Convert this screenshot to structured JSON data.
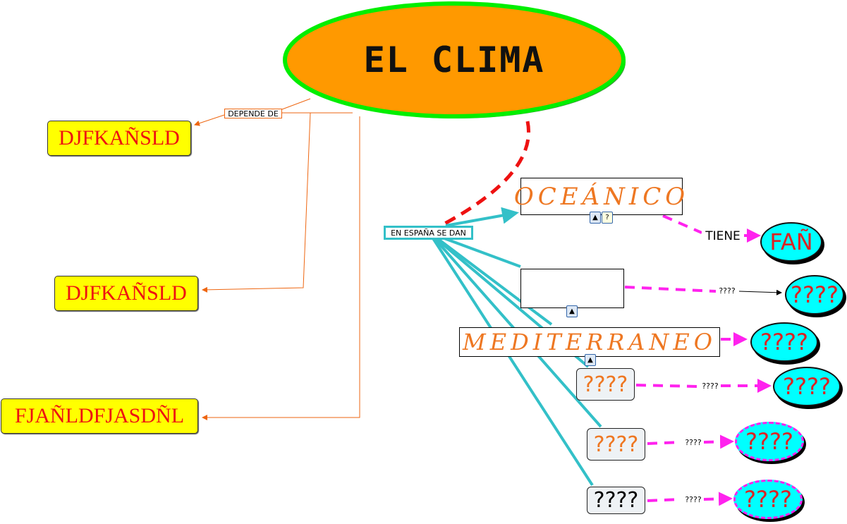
{
  "main_concept": "EL CLIMA",
  "link_depende": "DEPENDE DE",
  "left_concepts": [
    "DJFKAÑSLD",
    "DJFKAÑSLD",
    "FJAÑLDFJASDÑL"
  ],
  "link_espana": "EN ESPAÑA SE DAN",
  "climates": {
    "oceanico": "OCEÁNICO",
    "blank": "",
    "mediterraneo": "MEDITERRANEO"
  },
  "question_boxes": [
    "????",
    "????",
    "????"
  ],
  "link_labels": {
    "tiene": "TIENE",
    "q1": "????",
    "q2": "????",
    "q3": "????",
    "q4": "????"
  },
  "targets": [
    "FAÑ",
    "????",
    "????",
    "????",
    "????",
    "????"
  ],
  "icons": {
    "image": "image-icon",
    "document": "document-icon"
  },
  "colors": {
    "main_fill": "#FF9900",
    "main_border": "#00EE00",
    "teal": "#33C0C8",
    "magenta": "#FF22EE",
    "cyan": "#00FFFF",
    "orange_link": "#EE6611"
  }
}
